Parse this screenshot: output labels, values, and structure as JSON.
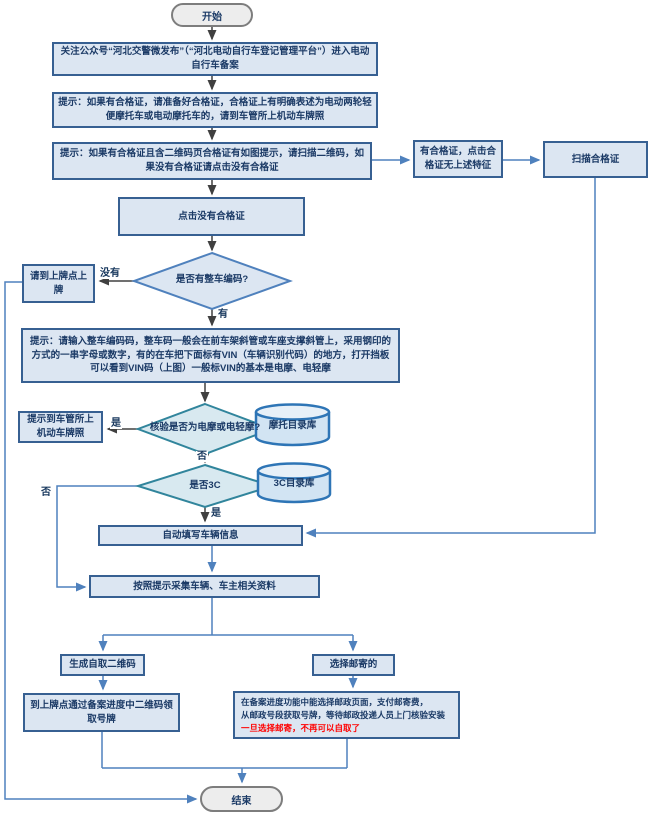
{
  "labels": {
    "yes": "是",
    "no": "否",
    "have": "有",
    "not_have": "没有"
  },
  "nodes": {
    "start": "开始",
    "end": "结束",
    "follow_account": "关注公众号“河北交警微发布”（“河北电动自行车登记管理平台”）进入电动自行车备案",
    "tip_cert": "提示：如果有合格证，请准备好合格证，合格证上有明确表述为电动两轮轻便摩托车或电动摩托车的，请到车管所上机动车牌照",
    "tip_qr": "提示：如果有合格证且含二维码页合格证有如图提示，请扫描二维码，如果没有合格证请点击没有合格证",
    "click_no_cert": "点击没有合格证",
    "has_cert_no_feature": "有合格证，点击合格证无上述特征",
    "scan_cert": "扫描合格证",
    "has_vin_question": "是否有整车编码?",
    "goto_plate_point": "请到上牌点上牌",
    "tip_vin": "提示：请输入整车编码码，整车码一般会在前车架斜管或车座支撑斜管上，采用钢印的方式的一串字母或数字，有的在车把下面标有VIN（车辆识别代码）的地方，打开挡板可以看到VIN码（上图）一般标VIN的基本是电摩、电轻摩",
    "verify_moto_question": "核验是否为电摩或电轻摩?",
    "moto_catalog_db": "摩托目录库",
    "tip_dmv_plate": "提示到车管所上机动车牌照",
    "is_3c_question": "是否3C",
    "c3_catalog_db": "3C目录库",
    "auto_fill_vehicle": "自动填写车辆信息",
    "collect_info": "按照提示采集车辆、车主相关资料",
    "self_pickup_qr": "生成自取二维码",
    "choose_mail": "选择邮寄的",
    "pickup_plate": "到上牌点通过备案进度中二维码领取号牌",
    "mail_line1": "在备案进度功能中能选择邮政页面，支付邮寄费，",
    "mail_line2": "从邮政号段获取号牌，等待邮政投递人员上门核验安装",
    "mail_warning": "一旦选择邮寄，不再可以自取了"
  },
  "colors": {
    "box_fill": "#dce6f2",
    "box_border": "#376092",
    "diamond_teal_border": "#31859c",
    "diamond_teal_fill": "#d8e9f0",
    "cylinder_border": "#2e75b6",
    "cylinder_fill": "#d2e4f3",
    "connector_blue": "#4f81bd",
    "connector_dark": "#404040",
    "warning_red": "#ff0000",
    "text_navy": "#1b3a66"
  }
}
